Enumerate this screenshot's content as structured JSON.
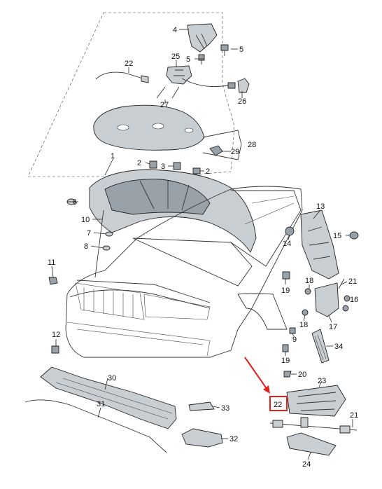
{
  "diagram": {
    "callouts": [
      {
        "id": "c4",
        "label": "4"
      },
      {
        "id": "c5a",
        "label": "5"
      },
      {
        "id": "c5b",
        "label": "5"
      },
      {
        "id": "c22a",
        "label": "22"
      },
      {
        "id": "c25",
        "label": "25"
      },
      {
        "id": "c27",
        "label": "27"
      },
      {
        "id": "c26",
        "label": "26"
      },
      {
        "id": "c28",
        "label": "28"
      },
      {
        "id": "c29",
        "label": "29"
      },
      {
        "id": "c1",
        "label": "1"
      },
      {
        "id": "c2a",
        "label": "2"
      },
      {
        "id": "c3",
        "label": "3"
      },
      {
        "id": "c2b",
        "label": "2"
      },
      {
        "id": "c6",
        "label": "6"
      },
      {
        "id": "c10",
        "label": "10"
      },
      {
        "id": "c7",
        "label": "7"
      },
      {
        "id": "c8",
        "label": "8"
      },
      {
        "id": "c13",
        "label": "13"
      },
      {
        "id": "c14",
        "label": "14"
      },
      {
        "id": "c15",
        "label": "15"
      },
      {
        "id": "c11",
        "label": "11"
      },
      {
        "id": "c19",
        "label": "19"
      },
      {
        "id": "c18a",
        "label": "18"
      },
      {
        "id": "c21a",
        "label": "21"
      },
      {
        "id": "c16",
        "label": "16"
      },
      {
        "id": "c17",
        "label": "17"
      },
      {
        "id": "c18b",
        "label": "18"
      },
      {
        "id": "c9",
        "label": "9"
      },
      {
        "id": "c12",
        "label": "12"
      },
      {
        "id": "c34",
        "label": "34"
      },
      {
        "id": "c19b",
        "label": "19"
      },
      {
        "id": "c20",
        "label": "20"
      },
      {
        "id": "c30",
        "label": "30"
      },
      {
        "id": "c23",
        "label": "23"
      },
      {
        "id": "c31",
        "label": "31"
      },
      {
        "id": "c33",
        "label": "33"
      },
      {
        "id": "c22b",
        "label": "22"
      },
      {
        "id": "c21b",
        "label": "21"
      },
      {
        "id": "c32",
        "label": "32"
      },
      {
        "id": "c24",
        "label": "24"
      }
    ],
    "highlight_color": "#e0221b"
  }
}
